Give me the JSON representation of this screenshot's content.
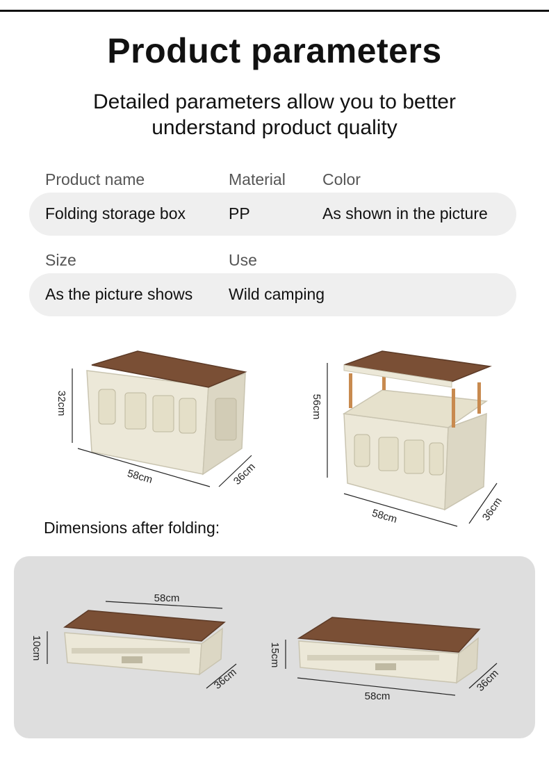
{
  "header": {
    "title": "Product parameters",
    "subtitle_line1": "Detailed parameters allow you to better",
    "subtitle_line2": "understand product quality"
  },
  "params": {
    "row1": {
      "labels": [
        "Product name",
        "Material",
        "Color"
      ],
      "values": [
        "Folding storage box",
        "PP",
        "As shown in the picture"
      ]
    },
    "row2": {
      "labels": [
        "Size",
        "Use"
      ],
      "values": [
        "As the picture shows",
        "Wild camping"
      ]
    }
  },
  "figures": {
    "box_closed": {
      "height": "32cm",
      "length": "58cm",
      "width": "36cm"
    },
    "box_open": {
      "height": "56cm",
      "length": "58cm",
      "width": "36cm"
    }
  },
  "folding": {
    "heading": "Dimensions after folding:",
    "fold_a": {
      "length": "58cm",
      "height": "10cm",
      "width": "36cm"
    },
    "fold_b": {
      "length": "58cm",
      "height": "15cm",
      "width": "36cm"
    }
  },
  "colors": {
    "wood_top": "#7a4f35",
    "box_body": "#ece8d8",
    "panel_bg": "#dedede",
    "pill_bg": "#efefef"
  }
}
